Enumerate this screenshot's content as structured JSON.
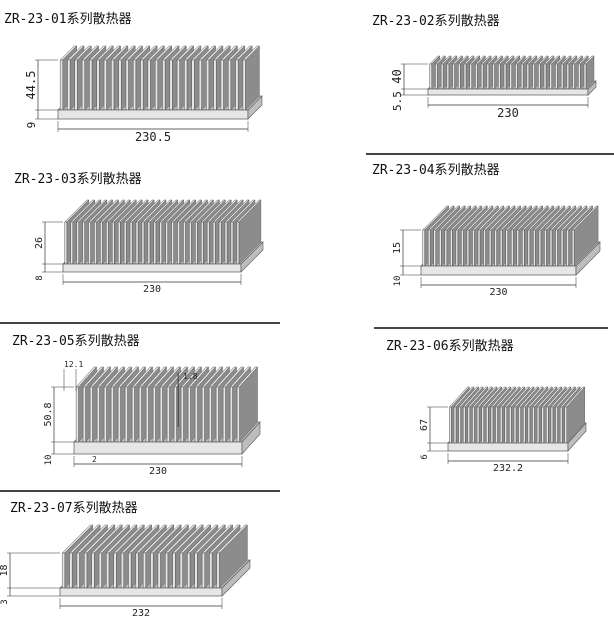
{
  "products": [
    {
      "title": "ZR-23-01系列散热器",
      "dims": {
        "height": "44.5",
        "base": "9",
        "width": "230.5"
      }
    },
    {
      "title": "ZR-23-02系列散热器",
      "dims": {
        "height": "40",
        "base": "5.5",
        "width": "230"
      }
    },
    {
      "title": "ZR-23-03系列散热器",
      "dims": {
        "height": "26",
        "base": "8",
        "width": "230"
      }
    },
    {
      "title": "ZR-23-04系列散热器",
      "dims": {
        "height": "15",
        "base": "10",
        "width": "230"
      }
    },
    {
      "title": "ZR-23-05系列散热器",
      "dims": {
        "height": "50.8",
        "base": "10",
        "width": "230",
        "pitch": "12.1",
        "fin": "1.8",
        "gap": "2"
      }
    },
    {
      "title": "ZR-23-06系列散热器",
      "dims": {
        "height": "67",
        "base": "6",
        "width": "232.2"
      }
    },
    {
      "title": "ZR-23-07系列散热器",
      "dims": {
        "height": "18",
        "base": "3",
        "width": "232"
      }
    }
  ],
  "colors": {
    "metal_light": "#e6e6e6",
    "metal_mid": "#bdbdbd",
    "metal_dark": "#8c8c8c",
    "rule": "#444444"
  }
}
